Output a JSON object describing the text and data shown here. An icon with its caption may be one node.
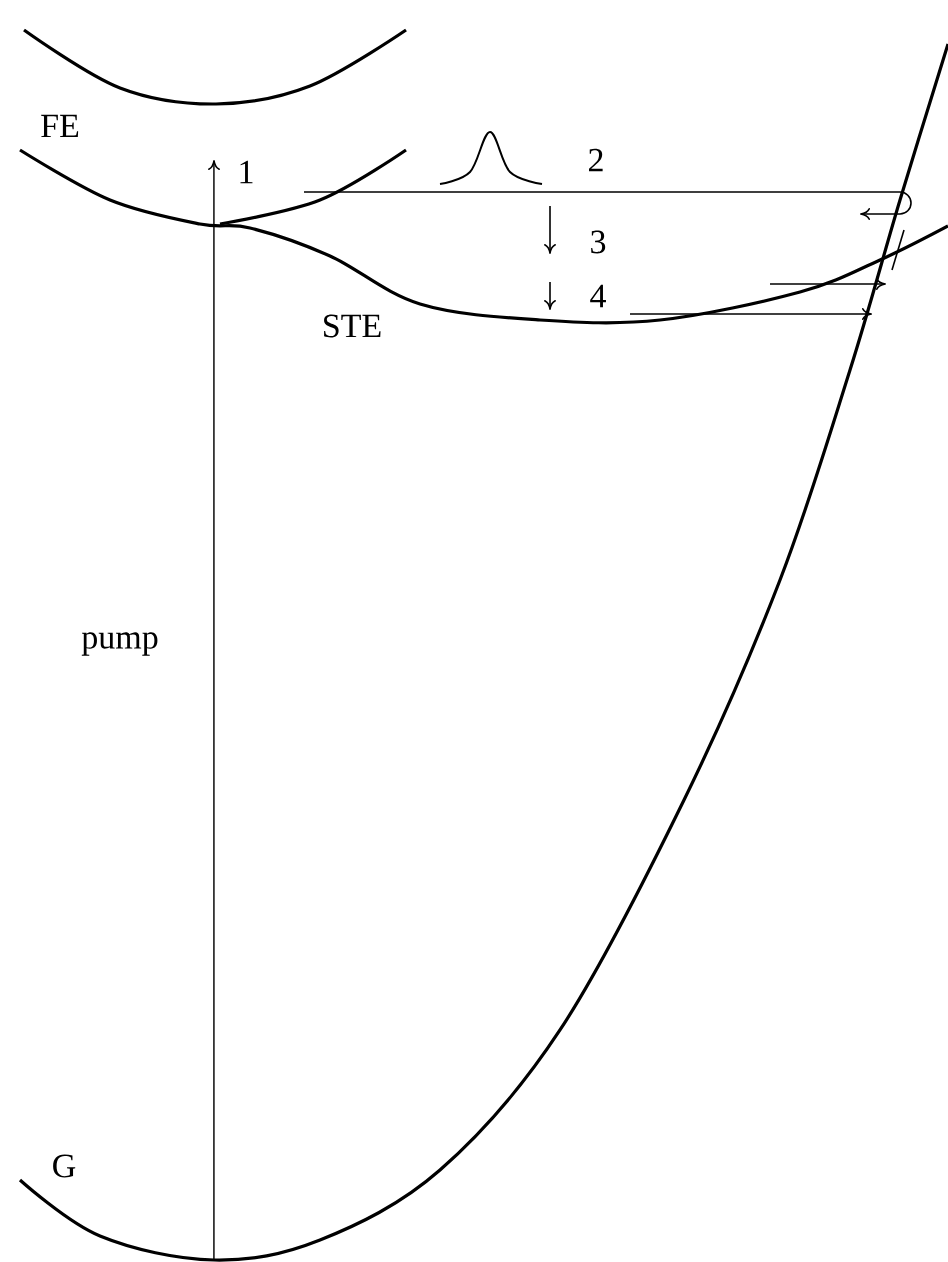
{
  "diagram": {
    "labels": [
      "FE",
      "1",
      "2",
      "3",
      "4",
      "STE",
      "pump",
      "G"
    ]
  }
}
